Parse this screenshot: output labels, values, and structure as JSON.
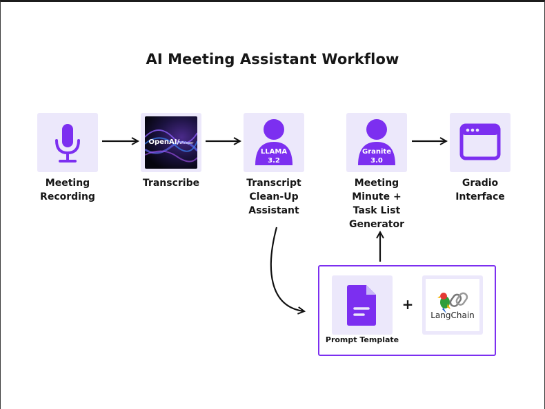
{
  "title": "AI Meeting Assistant Workflow",
  "steps": [
    {
      "id": "recording",
      "label_lines": [
        "Meeting",
        "Recording"
      ],
      "icon": "microphone-icon"
    },
    {
      "id": "transcribe",
      "label_lines": [
        "Transcribe"
      ],
      "icon": "openai-whisper-logo",
      "logo_text": "OpenAI/",
      "logo_subtext": "Whisper"
    },
    {
      "id": "cleanup",
      "label_lines": [
        "Transcript",
        "Clean-Up",
        "Assistant"
      ],
      "icon": "person-icon",
      "badge_lines": [
        "LLAMA",
        "3.2"
      ]
    },
    {
      "id": "generator",
      "label_lines": [
        "Meeting",
        "Minute +",
        "Task List",
        "Generator"
      ],
      "icon": "person-icon",
      "badge_lines": [
        "Granite",
        "3.0"
      ]
    },
    {
      "id": "gradio",
      "label_lines": [
        "Gradio",
        "Interface"
      ],
      "icon": "browser-window-icon"
    }
  ],
  "prompt_group": {
    "template_label": "Prompt Template",
    "template_icon": "document-icon",
    "plus": "+",
    "langchain_text": "LangChain",
    "langchain_icon": "parrot-chain-icon"
  },
  "colors": {
    "accent": "#7c2ff0",
    "tile_bg": "#ece8fb",
    "text": "#161616"
  }
}
